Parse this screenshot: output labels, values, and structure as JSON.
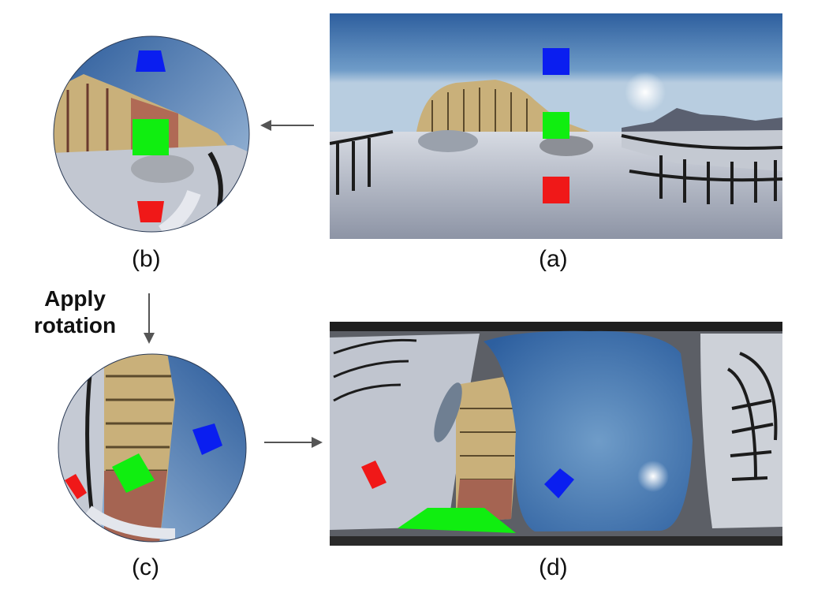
{
  "labels": {
    "a": "(a)",
    "b": "(b)",
    "c": "(c)",
    "d": "(d)"
  },
  "step": {
    "line1": "Apply",
    "line2": "rotation"
  },
  "colors": {
    "marker_blue": "#0a1ef0",
    "marker_green": "#10ee10",
    "marker_red": "#f01818",
    "arrow": "#555555",
    "sky": "#3b6fb0",
    "snow": "#c8ccd6",
    "building": "#c9b07a"
  }
}
